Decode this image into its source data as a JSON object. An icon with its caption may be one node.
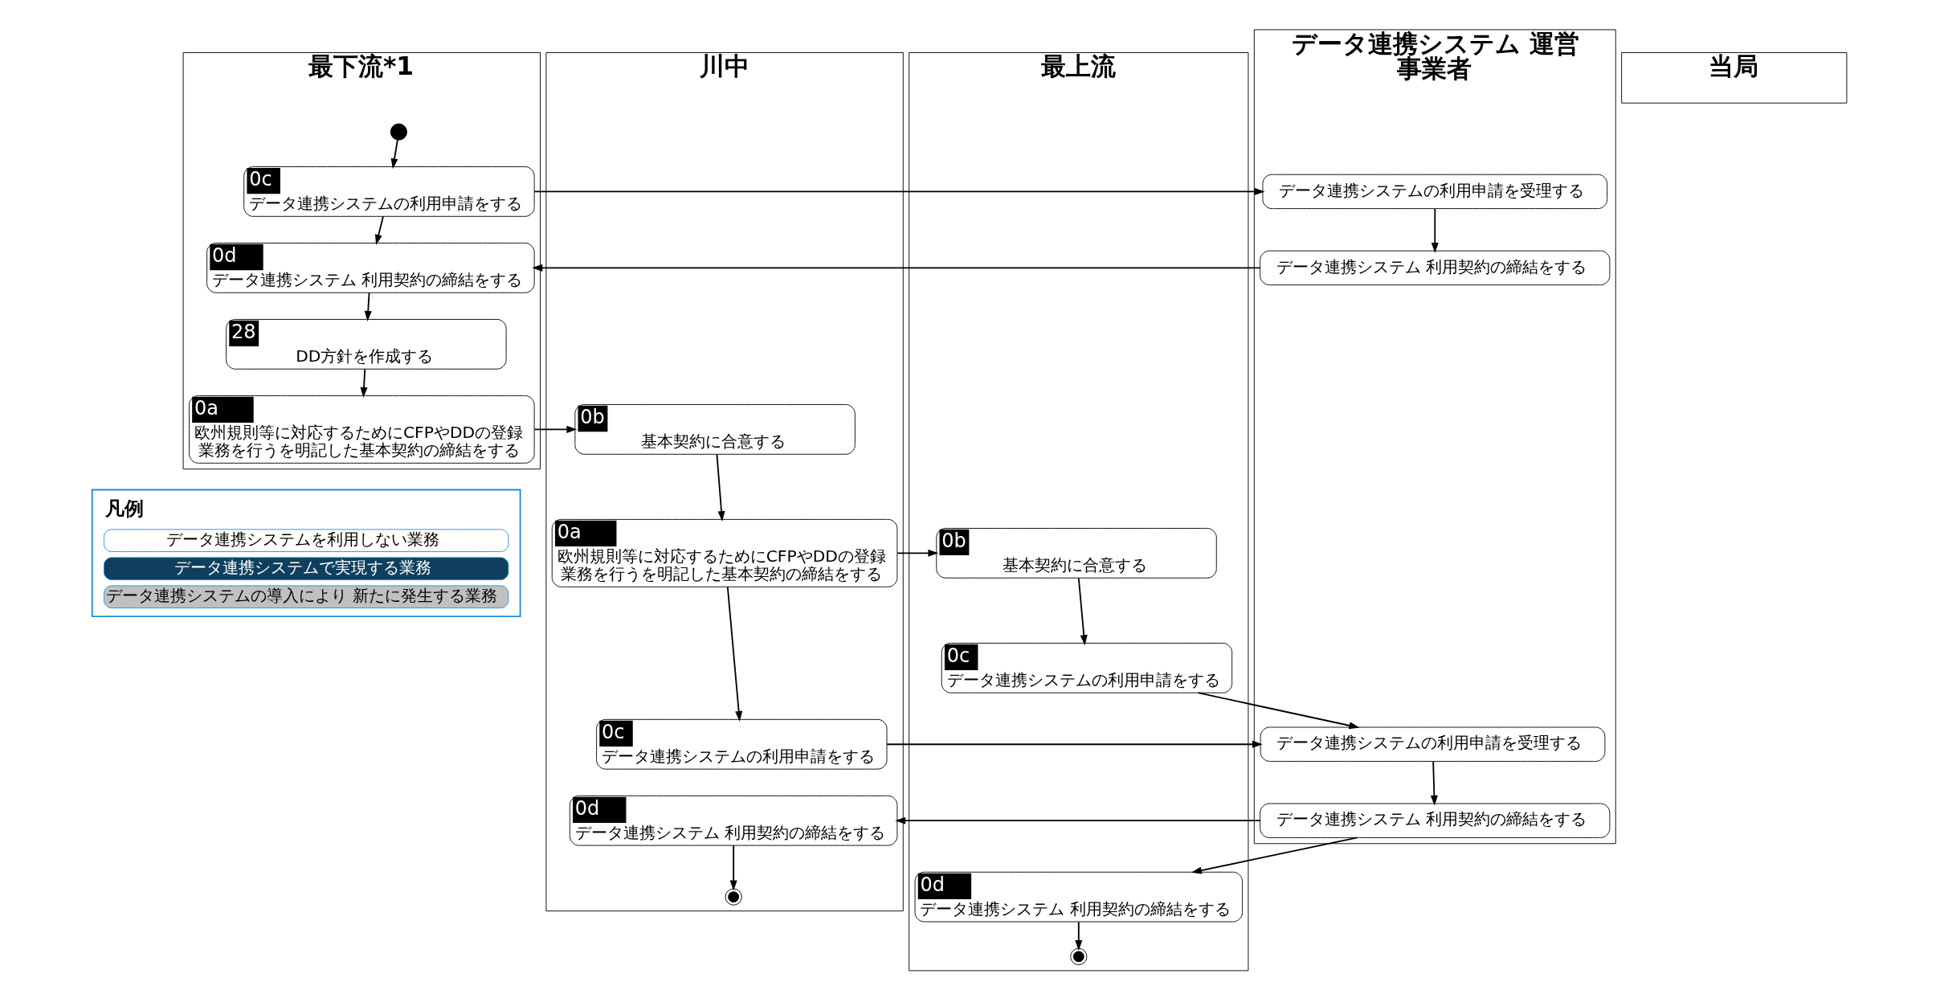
{
  "diagram": {
    "nodes": [
      {
        "text": [
          "最下流*1"
        ]
      },
      {
        "text": [
          "川中"
        ]
      },
      {
        "text": [
          "最上流"
        ]
      },
      {
        "text": [
          "当局"
        ]
      },
      {
        "text": [
          "データ連携システム 運営事業者"
        ]
      },
      {
        "text": [],
        "shape": "circle",
        "in": 0
      },
      {
        "text": [
          "0c",
          "データ連携システムの利用申請をする"
        ],
        "in": 0
      },
      {
        "text": [
          "0d",
          "データ連携システム 利用契約の締結をする"
        ],
        "in": 0
      },
      {
        "text": [
          "28",
          "DD方針を作成する"
        ],
        "in": 0
      },
      {
        "text": [
          "0a",
          "欧州規則等に対応するためにCFPやDDの登録業務を行うを明記した基本契約の締結をする"
        ],
        "in": 0
      },
      {
        "text": [
          "0b",
          "基本契約に合意する"
        ],
        "in": 1
      },
      {
        "text": [
          "0a",
          "欧州規則等に対応するためにCFPやDDの登録業務を行うを明記した基本契約の締結をする"
        ],
        "in": 1
      },
      {
        "text": [
          "0c",
          "データ連携システムの利用申請をする"
        ],
        "in": 1
      },
      {
        "text": [
          "0d",
          "データ連携システム 利用契約の締結をする"
        ],
        "in": 1
      },
      {
        "text": [],
        "shape": "circle",
        "in": 1
      },
      {
        "text": [
          "0b",
          "基本契約に合意する"
        ],
        "in": 2
      },
      {
        "text": [
          "0c",
          "データ連携システムの利用申請をする"
        ],
        "in": 2
      },
      {
        "text": [
          "0d",
          "データ連携システム 利用契約の締結をする"
        ],
        "in": 2
      },
      {
        "text": [],
        "shape": "circle",
        "in": 2
      },
      {
        "text": [
          "データ連携システムの利用申請を受理する"
        ],
        "in": 4
      },
      {
        "text": [
          "データ連携システム 利用契約の締結をする"
        ],
        "in": 4
      },
      {
        "text": [
          "データ連携システムの利用申請を受理する"
        ],
        "in": 4
      },
      {
        "text": [
          "データ連携システム 利用契約の締結をする"
        ],
        "in": 4
      }
    ],
    "edges": [
      {
        "from": 5,
        "to": 6,
        "arrow": "to"
      },
      {
        "from": 6,
        "to": 19,
        "arrow": "to"
      },
      {
        "from": 6,
        "to": 7,
        "arrow": "to"
      },
      {
        "from": 19,
        "to": 20,
        "arrow": "to"
      },
      {
        "from": 20,
        "to": 7,
        "arrow": "to"
      },
      {
        "from": 7,
        "to": 8,
        "arrow": "to"
      },
      {
        "from": 8,
        "to": 9,
        "arrow": "to"
      },
      {
        "from": 9,
        "to": 10,
        "arrow": "to"
      },
      {
        "from": 10,
        "to": 11,
        "arrow": "to"
      },
      {
        "from": 11,
        "to": 15,
        "arrow": "to"
      },
      {
        "from": 15,
        "to": 16,
        "arrow": "to"
      },
      {
        "from": 11,
        "to": 12,
        "arrow": "to"
      },
      {
        "from": 16,
        "to": 21,
        "arrow": "to"
      },
      {
        "from": 12,
        "to": 21,
        "arrow": "to"
      },
      {
        "from": 21,
        "to": 22,
        "arrow": "to"
      },
      {
        "from": 22,
        "to": 13,
        "arrow": "to"
      },
      {
        "from": 22,
        "to": 17,
        "arrow": "to"
      },
      {
        "from": 13,
        "to": 14,
        "arrow": "to"
      },
      {
        "from": 17,
        "to": 18,
        "arrow": "to"
      }
    ],
    "labels": [
      "凡例"
    ],
    "legend": [
      {
        "text": "データ連携システムを利用しない業務",
        "color": "#ffffff"
      },
      {
        "text": "データ連携システムで実現する業務",
        "color": "#0e3f5f"
      },
      {
        "text": "データ連携システムの導入により 新たに発生する業務",
        "color": "#c0c0c0"
      }
    ]
  }
}
